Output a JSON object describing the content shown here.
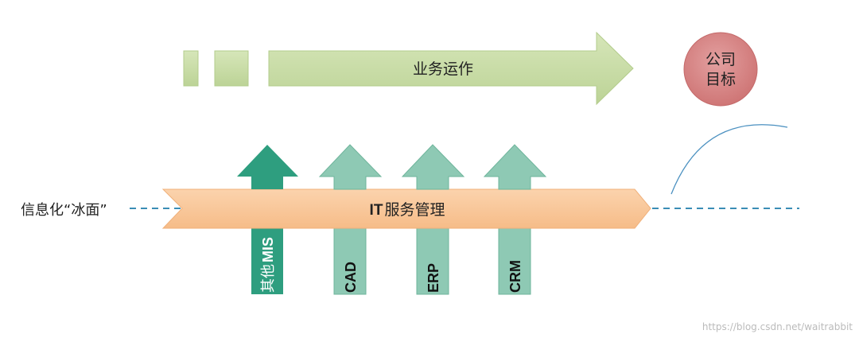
{
  "ice_surface_label": "信息化“冰面”",
  "business_operation": {
    "label": "业务运作"
  },
  "company_goal": {
    "line1": "公司",
    "line2": "目标"
  },
  "it_service_management": {
    "prefix": "IT",
    "label": "服务管理"
  },
  "systems": [
    {
      "prefix": "其他",
      "label": "MIS"
    },
    {
      "label": "CAD"
    },
    {
      "label": "ERP"
    },
    {
      "label": "CRM"
    }
  ],
  "watermark": "https://blog.csdn.net/waitrabbit",
  "colors": {
    "business_green": "#c8dca6",
    "goal_red": "#d98a8a",
    "it_orange": "#f9c79a",
    "mis_teal": "#2e9e7f",
    "system_teal": "#8ec9b4",
    "dashed_line": "#3a8db5"
  }
}
